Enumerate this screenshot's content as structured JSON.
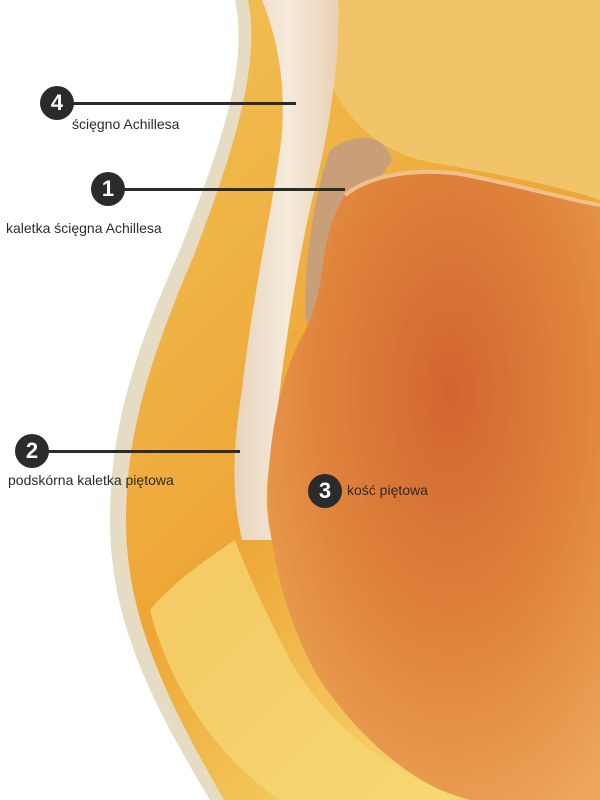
{
  "colors": {
    "skin": "#e9e0c8",
    "fat": "#f0b23a",
    "fat_highlight": "#f7cf65",
    "tendon": "#f2e3d0",
    "bone": "#e08a3e",
    "bone_core": "#d56a34",
    "bursa_cavity": "#caa27c",
    "marker": "#2b2b2b",
    "line": "#2b2b2b"
  },
  "callouts": [
    {
      "number": "4",
      "label": "ścięgno Achillesa"
    },
    {
      "number": "1",
      "label": "kaletka ścięgna Achillesa"
    },
    {
      "number": "2",
      "label": "podskórna kaletka piętowa"
    },
    {
      "number": "3",
      "label": "kość piętowa"
    }
  ]
}
